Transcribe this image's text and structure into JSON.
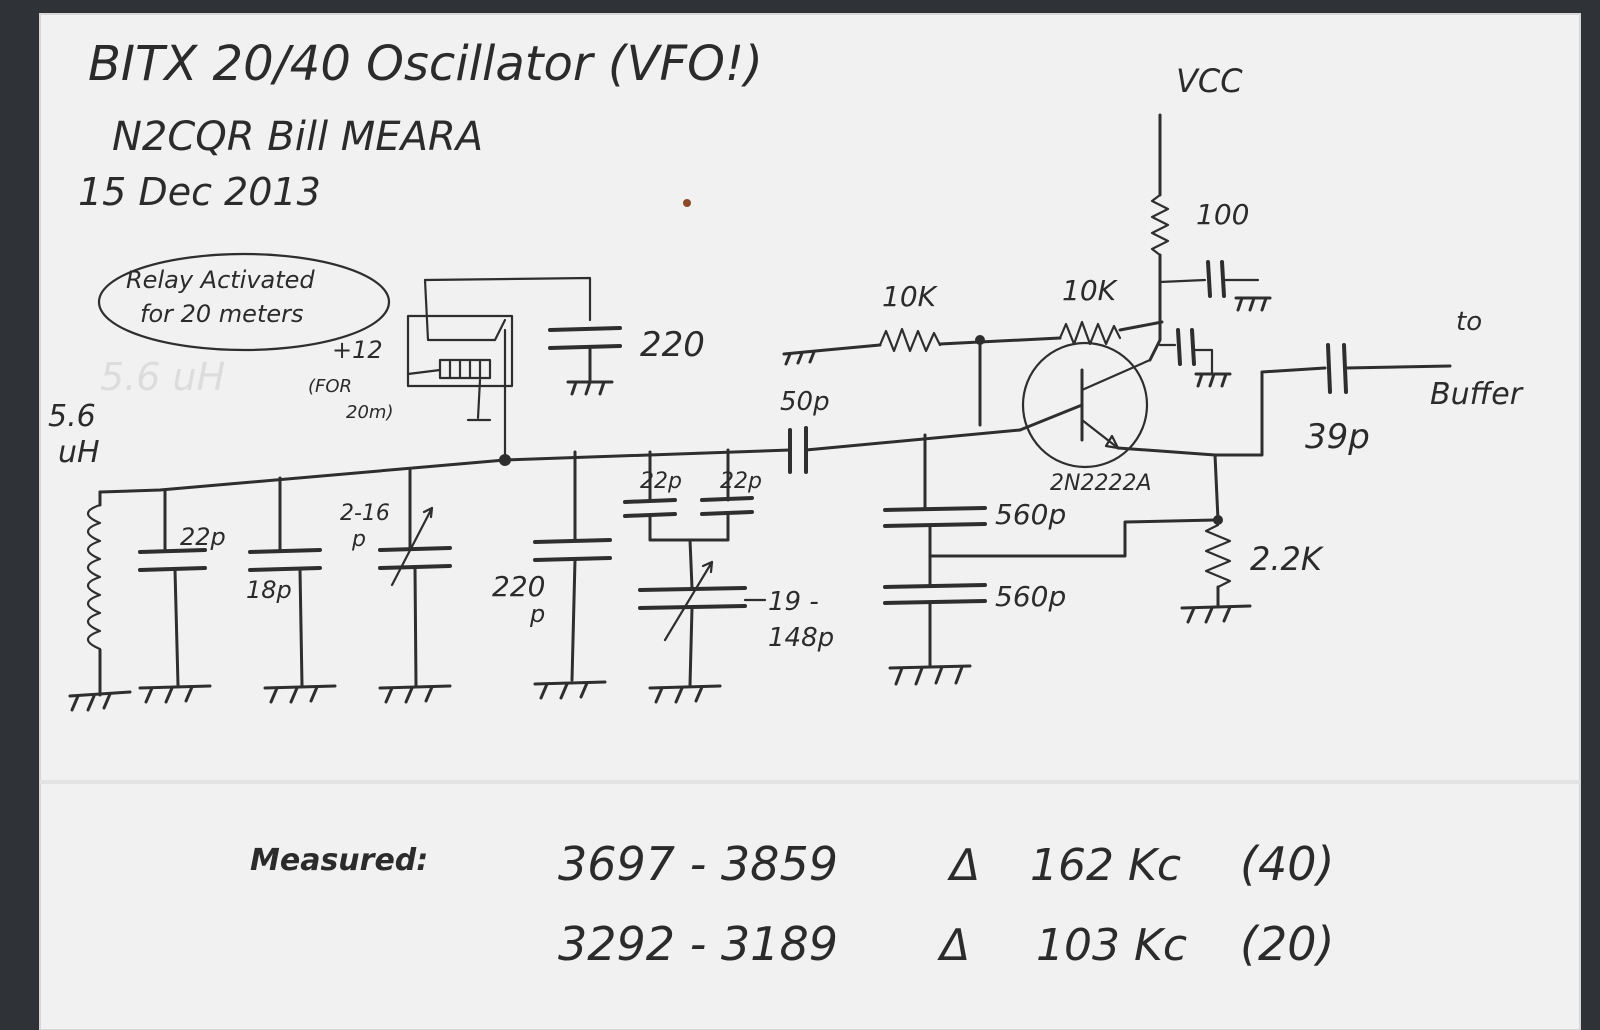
{
  "header": {
    "title": "BITX 20/40  Oscillator (VFO!)",
    "author": "N2CQR Bill MEARA",
    "date": "15 Dec 2013"
  },
  "note": {
    "line1": "Relay Activated",
    "line2": "for 20 meters"
  },
  "supply": {
    "vcc": "VCC",
    "plus12": "+12",
    "for20m": "(FOR",
    "for20m_2": "20m)"
  },
  "inductor": {
    "value": "5.6",
    "unit": "uH",
    "faint": "5.6 uH"
  },
  "components": {
    "c22p": "22p",
    "c18p": "18p",
    "trimmer": "2-16",
    "trimmer_unit": "p",
    "c220p_a": "220",
    "c220p_unit": "p",
    "c22p_pair_a": "22p",
    "c22p_pair_b": "22p",
    "varcap": "19 -",
    "varcap_2": "148p",
    "c220_relay": "220",
    "c50p": "50p",
    "c560p_a": "560p",
    "c560p_b": "560p",
    "r10k_a": "10K",
    "r10k_b": "10K",
    "r100": "100",
    "transistor": "2N2222A",
    "r2_2k": "2.2K",
    "c39p": "39p",
    "to": "to",
    "buffer": "Buffer"
  },
  "measured": {
    "label": "Measured:",
    "rows": [
      {
        "range": "3697 - 3859",
        "delta": "Δ",
        "span": "162 Kc",
        "band": "(40)"
      },
      {
        "range": "3292 - 3189",
        "delta": "Δ",
        "span": "103 Kc",
        "band": "(20)"
      }
    ]
  },
  "colors": {
    "paper": "#f2f1f1",
    "pencil": "#2b2b2b",
    "border": "#2f3236"
  }
}
